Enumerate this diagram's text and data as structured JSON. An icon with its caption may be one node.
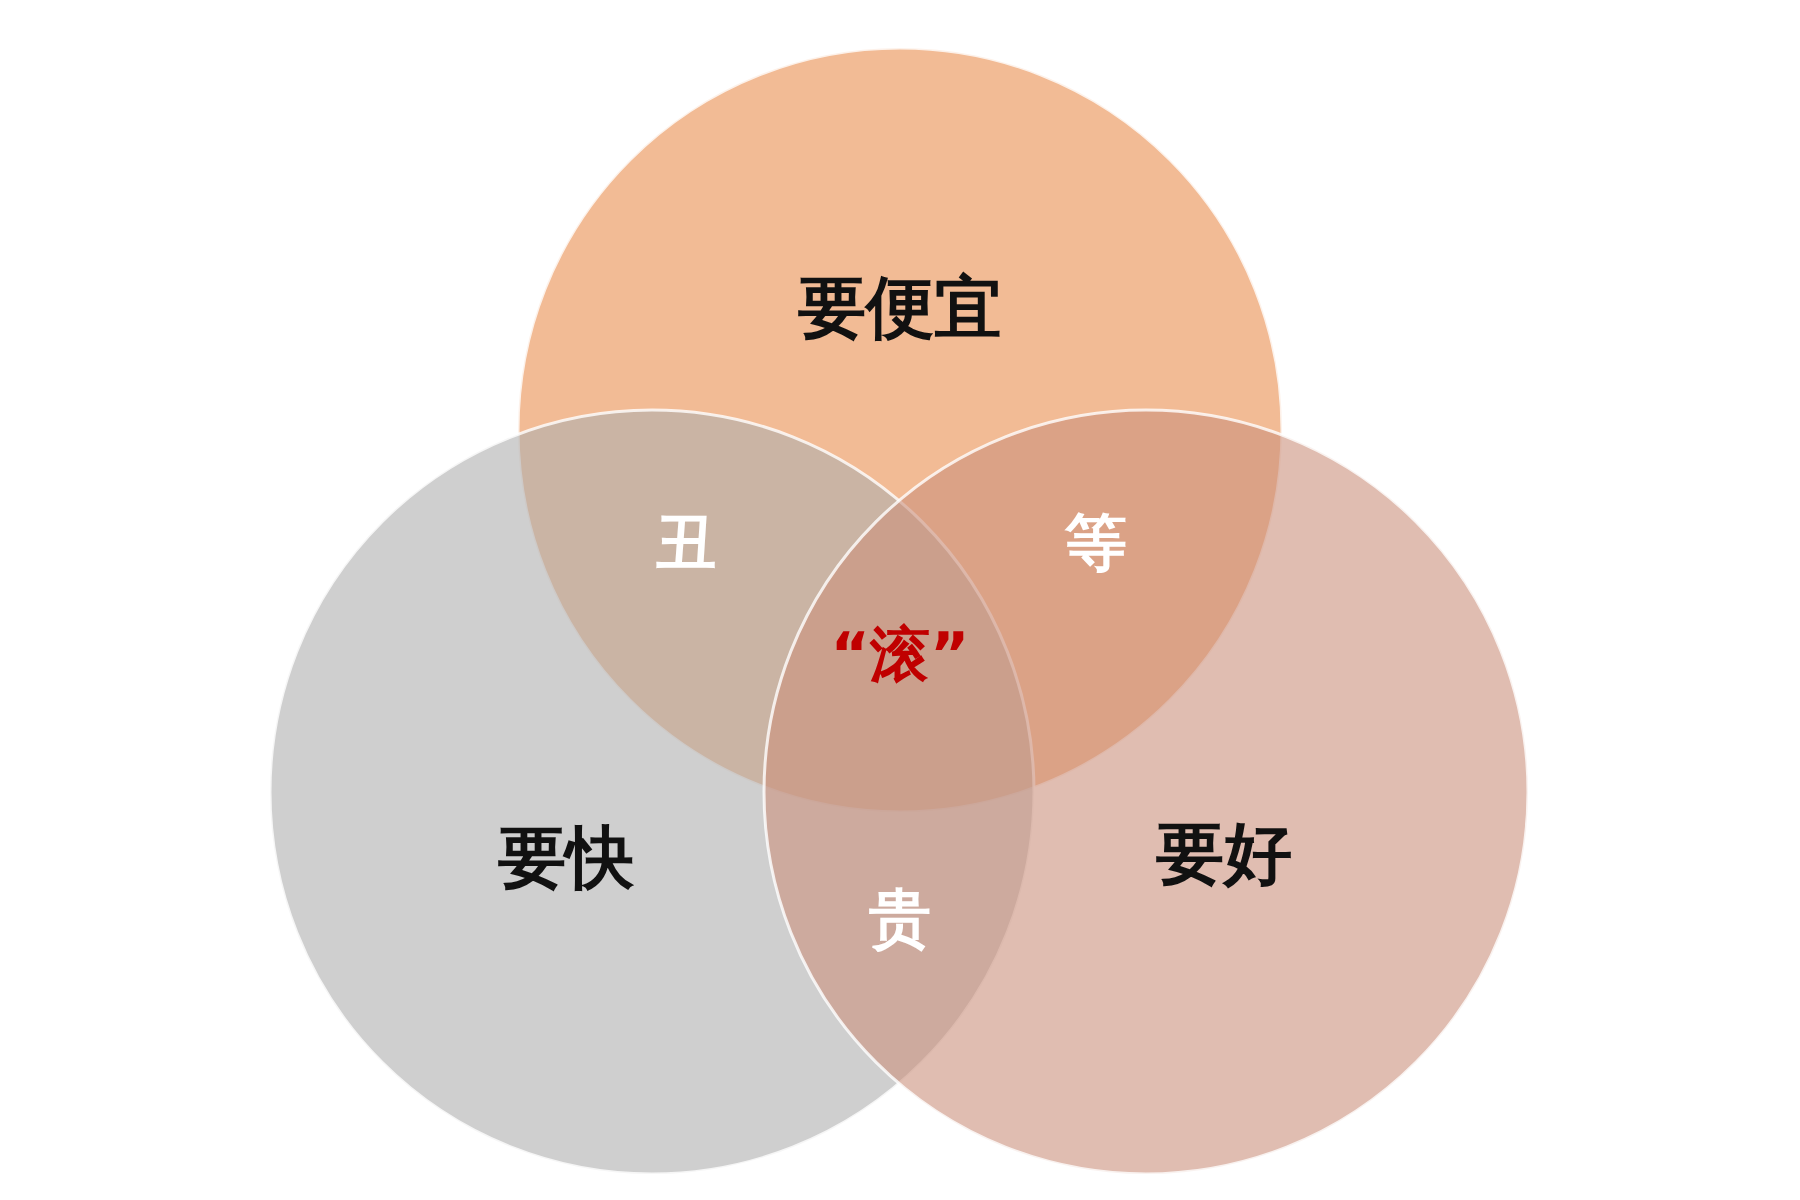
{
  "diagram": {
    "nodes": [
      {
        "text": [
          "要便宜"
        ]
      },
      {
        "text": [
          "要快"
        ]
      },
      {
        "text": [
          "要好"
        ]
      }
    ],
    "labels": [
      "丑",
      "等",
      "“滚”",
      "贵"
    ]
  }
}
